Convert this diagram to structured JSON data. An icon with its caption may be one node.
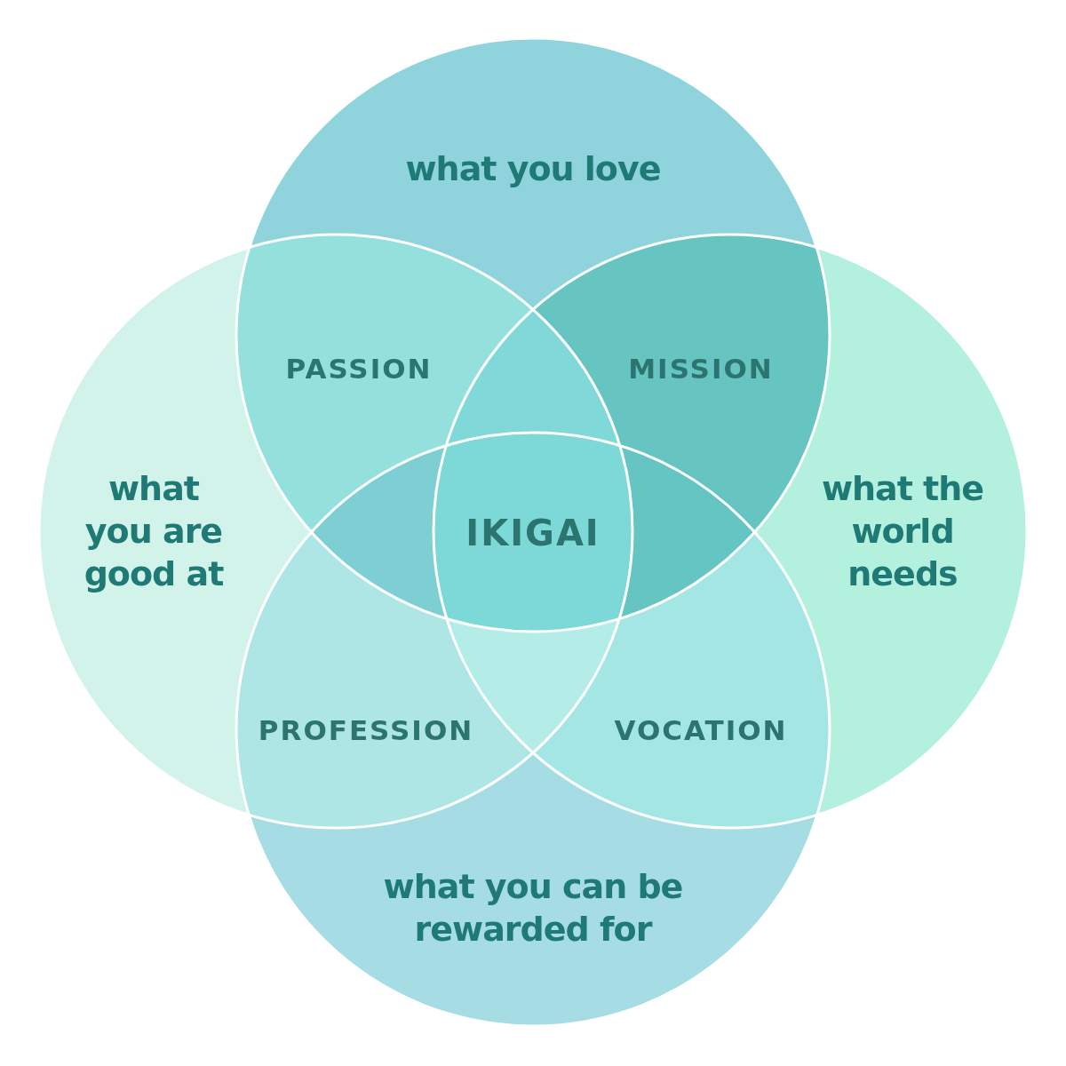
{
  "diagram": {
    "nodes": [
      {
        "text": [
          "what you love"
        ]
      },
      {
        "text": [
          "what you are good at"
        ]
      },
      {
        "text": [
          "what the world needs"
        ]
      },
      {
        "text": [
          "what you can be rewarded for"
        ]
      }
    ],
    "labels": [
      "PASSION",
      "MISSION",
      "IKIGAI",
      "PROFESSION",
      "VOCATION"
    ]
  }
}
